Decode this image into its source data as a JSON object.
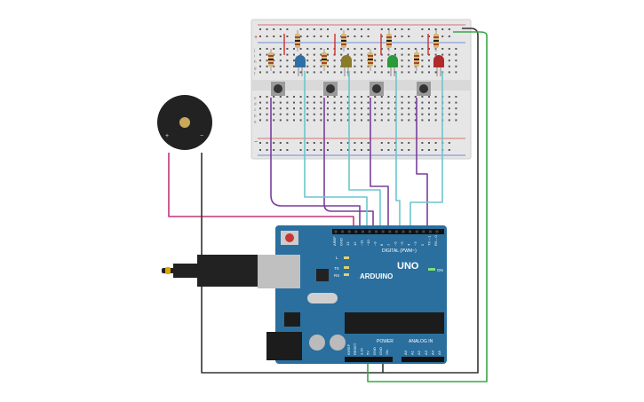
{
  "board": {
    "brand": "ARDUINO",
    "model": "UNO",
    "digital_header": "DIGITAL (PWM~)",
    "power_header": "POWER",
    "analog_header": "ANALOG IN",
    "on_label": "ON",
    "led_l": "L",
    "led_tx": "TX",
    "led_rx": "RX",
    "digital_pins": [
      "AREF",
      "GND",
      "13",
      "12",
      "~11",
      "~10",
      "~9",
      "8",
      "7",
      "~6",
      "~5",
      "4",
      "~3",
      "2",
      "TX→1",
      "RX←0"
    ],
    "power_pins": [
      "IOREF",
      "RESET",
      "3.3V",
      "5V",
      "GND",
      "GND",
      "Vin"
    ],
    "analog_pins": [
      "A0",
      "A1",
      "A2",
      "A3",
      "A4",
      "A5"
    ]
  },
  "buzzer": {
    "plus": "+",
    "minus": "−"
  },
  "breadboard": {
    "rail_plus": "+",
    "rail_minus": "−",
    "row_letters_top": [
      "j",
      "i",
      "h",
      "g",
      "f"
    ],
    "row_letters_bottom": [
      "e",
      "d",
      "c",
      "b",
      "a"
    ]
  },
  "leds": [
    {
      "name": "led-blue",
      "color": "#2f6fa8"
    },
    {
      "name": "led-yellow",
      "color": "#8a7a2a"
    },
    {
      "name": "led-green",
      "color": "#2a9a3a"
    },
    {
      "name": "led-red",
      "color": "#b02a2a"
    }
  ],
  "wire_colors": {
    "purple": "#7a3f9a",
    "cyan": "#6cc6cc",
    "magenta": "#c2357a",
    "green": "#3aa646",
    "black": "#333333"
  }
}
